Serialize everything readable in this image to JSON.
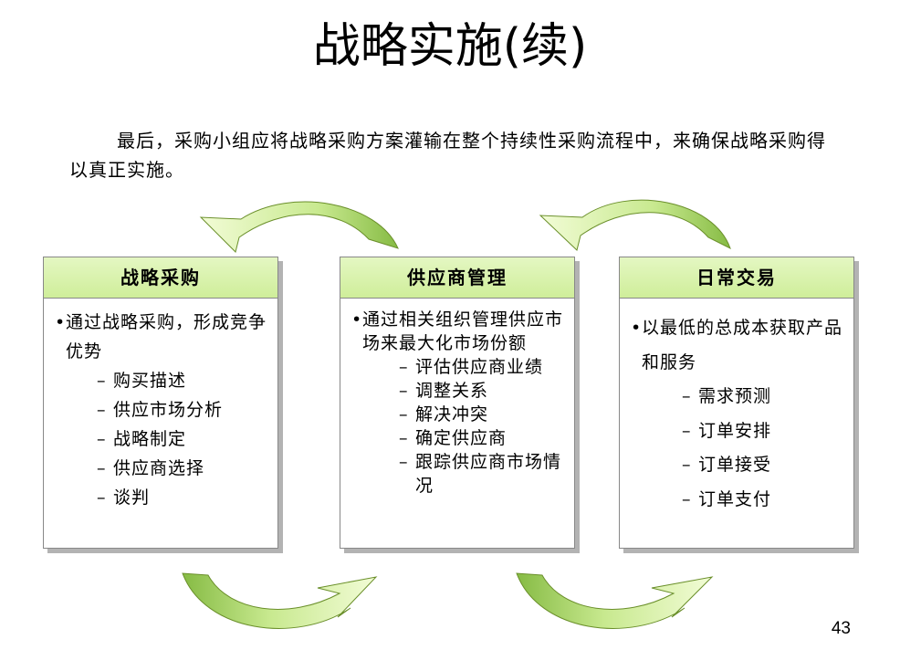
{
  "slide": {
    "title": "战略实施(续)",
    "intro": "最后，采购小组应将战略采购方案灌输在整个持续性采购流程中，来确保战略采购得以真正实施。",
    "page_number": "43"
  },
  "boxes": [
    {
      "heading": "战略采购",
      "bullet": "通过战略采购，形成竞争优势",
      "items": [
        "购买描述",
        "供应市场分析",
        "战略制定",
        "供应商选择",
        "谈判"
      ]
    },
    {
      "heading": "供应商管理",
      "bullet": "通过相关组织管理供应市场来最大化市场份额",
      "items": [
        "评估供应商业绩",
        "调整关系",
        "解决冲突",
        "确定供应商",
        "跟踪供应商市场情况"
      ]
    },
    {
      "heading": "日常交易",
      "bullet": "以最低的总成本获取产品和服务",
      "items": [
        "需求预测",
        "订单安排",
        "订单接受",
        "订单支付"
      ]
    }
  ],
  "colors": {
    "header_fill": "#cfee9a",
    "arrow_light": "#e4f8b8",
    "arrow_dark": "#7db43a",
    "shadow": "#b3b3b3"
  }
}
